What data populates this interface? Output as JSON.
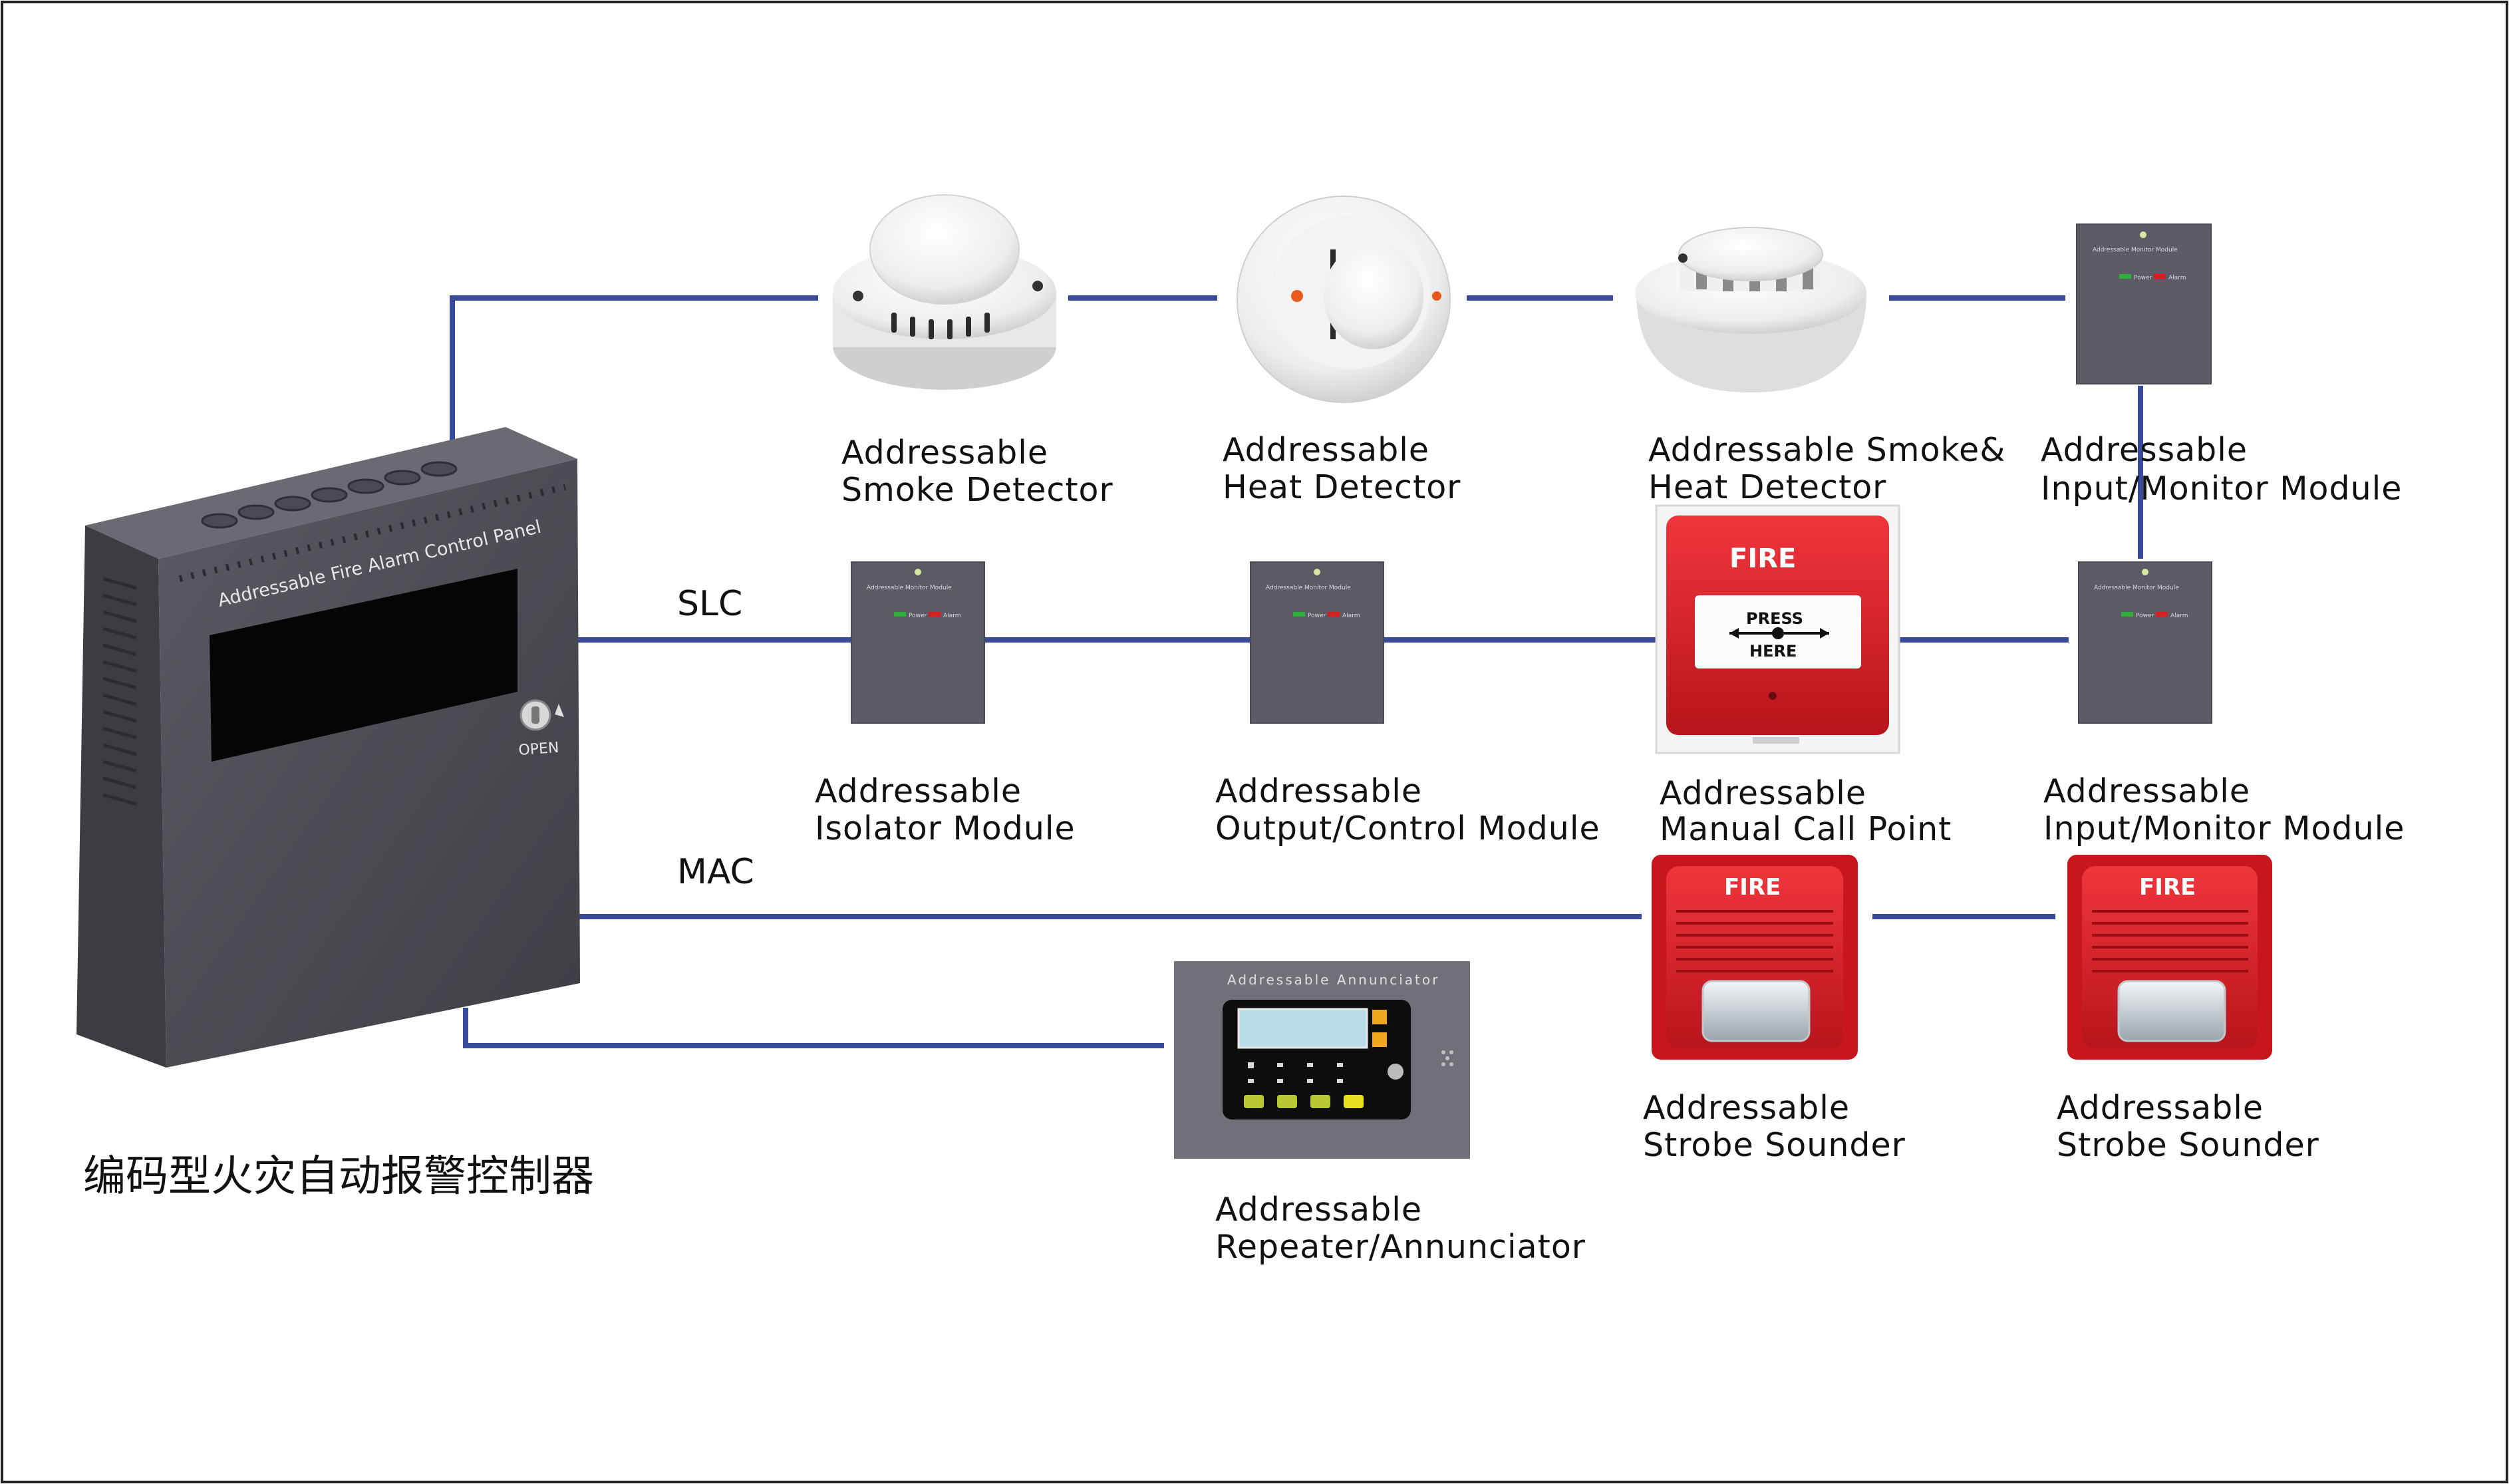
{
  "panel": {
    "header": "Addressable Fire Alarm Control Panel",
    "lock_label": "OPEN",
    "caption_cn": "编码型火灾自动报警控制器"
  },
  "buses": {
    "slc": "SLC",
    "mac": "MAC"
  },
  "devices": {
    "smoke_detector": {
      "line1": "Addressable",
      "line2": "Smoke  Detector"
    },
    "heat_detector": {
      "line1": "Addressable",
      "line2": "Heat  Detector"
    },
    "smoke_heat_detector": {
      "line1": "Addressable Smoke&",
      "line2": "Heat  Detector"
    },
    "input_module_top": {
      "line1": "Addressable",
      "line2": "Input/Monitor Module"
    },
    "isolator_module": {
      "line1": "Addressable",
      "line2": "Isolator Module"
    },
    "output_module": {
      "line1": "Addressable",
      "line2": "Output/Control Module"
    },
    "call_point": {
      "line1": "Addressable",
      "line2": "Manual Call Point"
    },
    "input_module_mid": {
      "line1": "Addressable",
      "line2": "Input/Monitor Module"
    },
    "strobe_1": {
      "line1": "Addressable",
      "line2": "Strobe Sounder"
    },
    "strobe_2": {
      "line1": "Addressable",
      "line2": "Strobe Sounder"
    },
    "annunciator": {
      "line1": "Addressable",
      "line2": "Repeater/Annunciator"
    }
  },
  "module_face": {
    "title": "Addressable Monitor Module",
    "power": "Power",
    "alarm": "Alarm"
  },
  "call_point_face": {
    "fire": "FIRE",
    "press": "PRESS",
    "here": "HERE"
  },
  "sounder_face": {
    "fire": "FIRE"
  },
  "annunciator_face": {
    "title": "Addressable Annunciator"
  },
  "colors": {
    "wire": "#3a4a9a",
    "panel": "#505058",
    "module": "#5c5c66",
    "fire_red": "#e0202a"
  }
}
